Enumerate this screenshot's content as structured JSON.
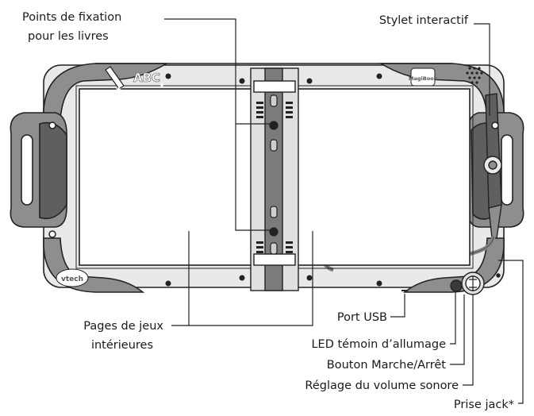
{
  "labels": {
    "fixation_line1": "Points de fixation",
    "fixation_line2": "pour les livres",
    "stylet": "Stylet interactif",
    "pages_line1": "Pages de jeux",
    "pages_line2": "intérieures",
    "usb": "Port USB",
    "led": "LED témoin d’allumage",
    "power": "Bouton Marche/Arrêt",
    "volume": "Réglage du volume sonore",
    "jack": "Prise jack*"
  },
  "device": {
    "logo_brand": "vtech",
    "logo_product": "MagiBook",
    "abc_text": "ABC"
  },
  "colors": {
    "shell": "#8e8e8e",
    "shell_dark": "#5f5f5f",
    "body_light": "#e9e9e9",
    "outline": "#222222",
    "page": "#ffffff",
    "spine": "#7b7b7b"
  }
}
